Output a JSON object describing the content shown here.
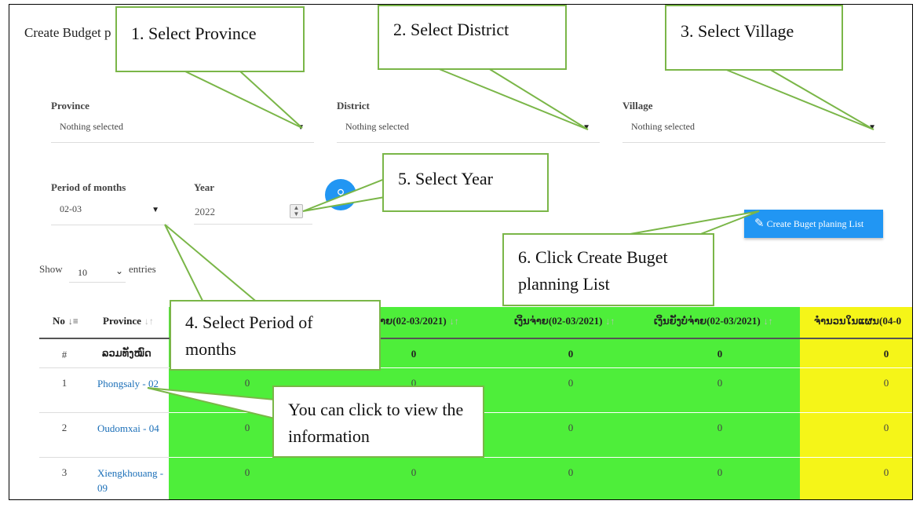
{
  "page": {
    "title": "Create Budget p"
  },
  "filters": {
    "province": {
      "label": "Province",
      "value": "Nothing selected"
    },
    "district": {
      "label": "District",
      "value": "Nothing selected"
    },
    "village": {
      "label": "Village",
      "value": "Nothing selected"
    },
    "period": {
      "label": "Period of months",
      "value": "02-03"
    },
    "year": {
      "label": "Year",
      "value": "2022"
    }
  },
  "buttons": {
    "create_label": "Create Buget planing List"
  },
  "entries": {
    "show_label": "Show",
    "value": "10",
    "entries_label": "entries"
  },
  "table": {
    "headers": [
      "No",
      "Province",
      "ຈ່າຍ(02-03/2021)",
      "ເງິນຈ່າຍ(02-03/2021)",
      "ເງິນຍັງບໍ່ຈ່າຍ(02-03/2021)",
      "ຈຳນວນໃນແຜນ(04-0"
    ],
    "total_row": {
      "no": "#",
      "province": "ລວມທັງໝົດ",
      "values": [
        "0",
        "0",
        "0",
        "0"
      ]
    },
    "rows": [
      {
        "no": "1",
        "province": "Phongsaly - 02",
        "values": [
          "0",
          "0",
          "0",
          "0",
          "0"
        ]
      },
      {
        "no": "2",
        "province": "Oudomxai - 04",
        "values": [
          "0",
          "0",
          "0",
          "0",
          "0"
        ]
      },
      {
        "no": "3",
        "province": "Xiengkhouang - 09",
        "values": [
          "0",
          "0",
          "0",
          "0",
          "0"
        ]
      }
    ]
  },
  "callouts": {
    "c1": "1. Select Province",
    "c2": "2. Select District",
    "c3": "3. Select Village",
    "c4": "4. Select Period of months",
    "c5": "5. Select Year",
    "c6": "6. Click Create Buget planning List",
    "c7": "You can click to view the information"
  },
  "colors": {
    "accent": "#2196F3",
    "green": "#4eee3a",
    "yellow": "#f5f518",
    "callout_border": "#7ab648",
    "link": "#1b6fb8"
  }
}
